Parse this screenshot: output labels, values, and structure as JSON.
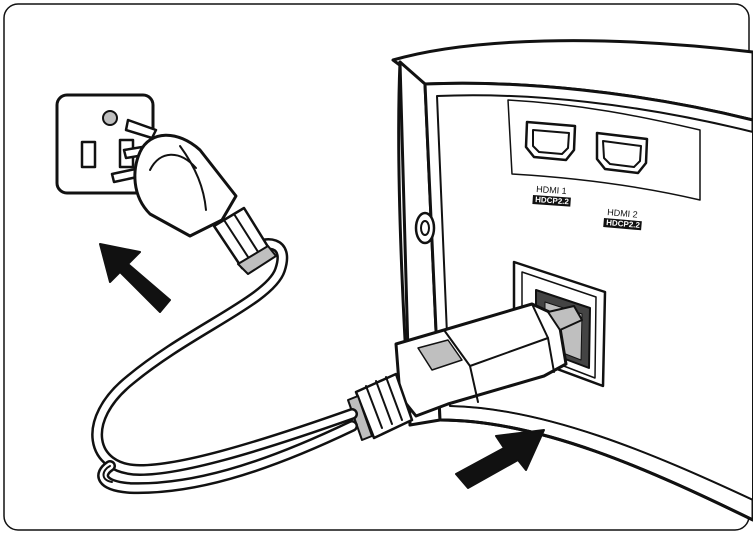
{
  "ports": [
    {
      "name": "HDMI 1",
      "badge": "HDCP2.2"
    },
    {
      "name": "HDMI 2",
      "badge": "HDCP2.2"
    }
  ],
  "colors": {
    "line": "#111111",
    "fill": "#ffffff",
    "shade": "#bfbfbf",
    "dark": "#444444",
    "badge": "#111111"
  },
  "icons": [
    "wall-outlet-icon",
    "power-plug-icon",
    "power-cord-icon",
    "projector-icon",
    "hdmi-port-icon",
    "ac-inlet-icon",
    "arrow-icon"
  ]
}
